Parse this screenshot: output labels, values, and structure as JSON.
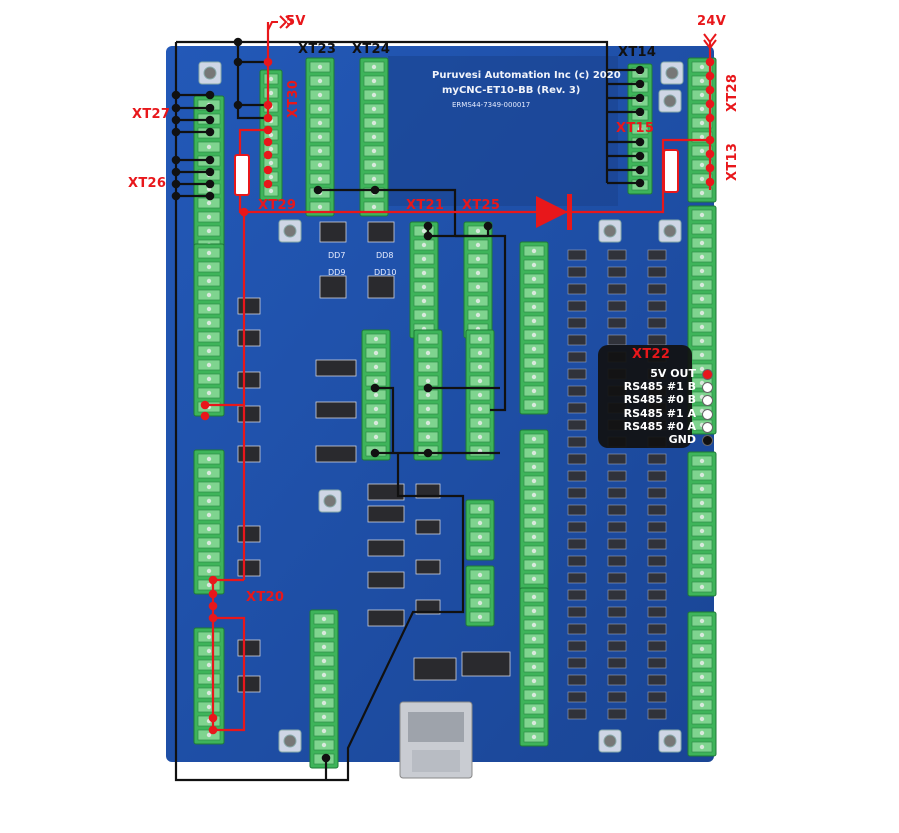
{
  "board": {
    "title_line1": "Puruvesi Automation Inc (c) 2020",
    "title_line2": "myCNC-ET10-BB (Rev. 3)",
    "serial": "ERMS44-7349-000017"
  },
  "voltage_labels": {
    "v5": "5V",
    "v24": "24V"
  },
  "connector_labels": {
    "xt23": "XT23",
    "xt24": "XT24",
    "xt14": "XT14",
    "xt15": "XT15",
    "xt27": "XT27",
    "xt26": "XT26",
    "xt30": "XT30",
    "xt29": "XT29",
    "xt28": "XT28",
    "xt13": "XT13",
    "xt21": "XT21",
    "xt25": "XT25",
    "xt20": "XT20",
    "xt22": "XT22"
  },
  "chip_labels": {
    "dd7": "DD7",
    "dd8": "DD8",
    "dd9": "DD9",
    "dd10": "DD10"
  },
  "legend": {
    "title": "XT22",
    "rows": [
      {
        "label": "5V OUT",
        "dot": "#e8171b"
      },
      {
        "label": "RS485 #1 B",
        "dot": "#ffffff"
      },
      {
        "label": "RS485 #0 B",
        "dot": "#ffffff"
      },
      {
        "label": "RS485 #1 A",
        "dot": "#ffffff"
      },
      {
        "label": "RS485 #0 A",
        "dot": "#ffffff"
      },
      {
        "label": "GND",
        "dot": "#111111"
      }
    ]
  },
  "colors": {
    "pcb": "#1f4fa6",
    "terminal": "#3eb45a",
    "wire_power": "#e8171b",
    "wire_ground": "#111111"
  }
}
